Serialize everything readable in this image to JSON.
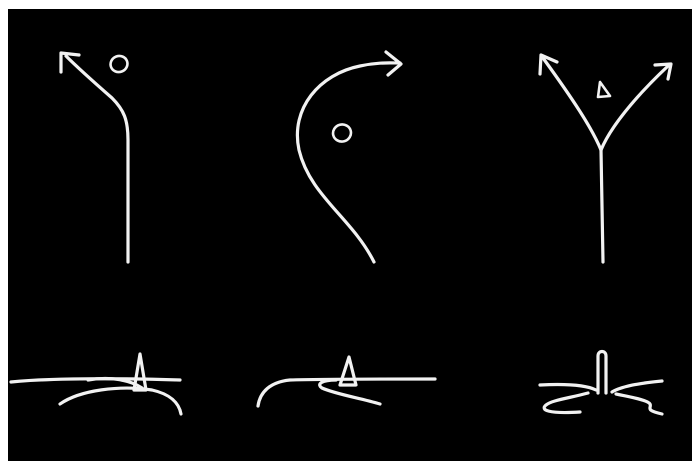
{
  "canvas": {
    "background": "#000000",
    "border_color": "#ffffff",
    "stroke_color": "#f2f2f2"
  },
  "sketches": [
    {
      "name": "curve-left-arrow-with-circle",
      "icon": "curved-arrow-left-icon",
      "marker": "circle"
    },
    {
      "name": "s-curve-right-arrow-with-circle",
      "icon": "s-curve-arrow-right-icon",
      "marker": "circle"
    },
    {
      "name": "fork-arrows-with-triangle",
      "icon": "fork-arrow-icon",
      "marker": "triangle"
    },
    {
      "name": "bend-left-with-cone",
      "icon": "cone-icon"
    },
    {
      "name": "hook-right-with-cone",
      "icon": "cone-icon"
    },
    {
      "name": "split-with-post",
      "icon": "post-icon"
    }
  ]
}
